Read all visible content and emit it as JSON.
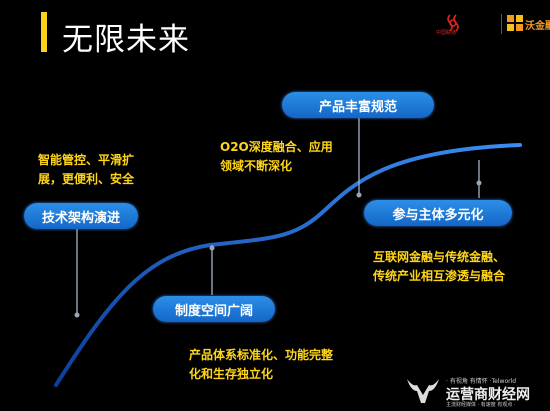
{
  "slide": {
    "title": "无限未来",
    "logo_unicom_text": "中国联通",
    "logo_wojinrong_text": "沃金融",
    "milestones": [
      {
        "label": "技术架构演进",
        "note": "智能管控、平滑扩\n展，更便利、安全"
      },
      {
        "label": "制度空间广阔",
        "note": "产品体系标准化、功能完整\n化和生存独立化"
      },
      {
        "label": "产品丰富规范",
        "note": "O2O深度融合、应用\n领域不断深化"
      },
      {
        "label": "参与主体多元化",
        "note": "互联网金融与传统金融、\n传统产业相互渗透与融合"
      }
    ]
  },
  "watermark": {
    "tagline": "· 有视角 有情怀 ·Telworld",
    "name": "运营商财经网",
    "sub": "主流财经媒体 · 有速度 有观点 ·"
  },
  "colors": {
    "background": "#000000",
    "accent_bar": "#f5d21c",
    "pill_blue": "#1f7fe0",
    "note_yellow": "#ffd51a",
    "curve_blue": "#2a78e6",
    "logo_red": "#dd2222",
    "logo_orange": "#f39a1e"
  }
}
